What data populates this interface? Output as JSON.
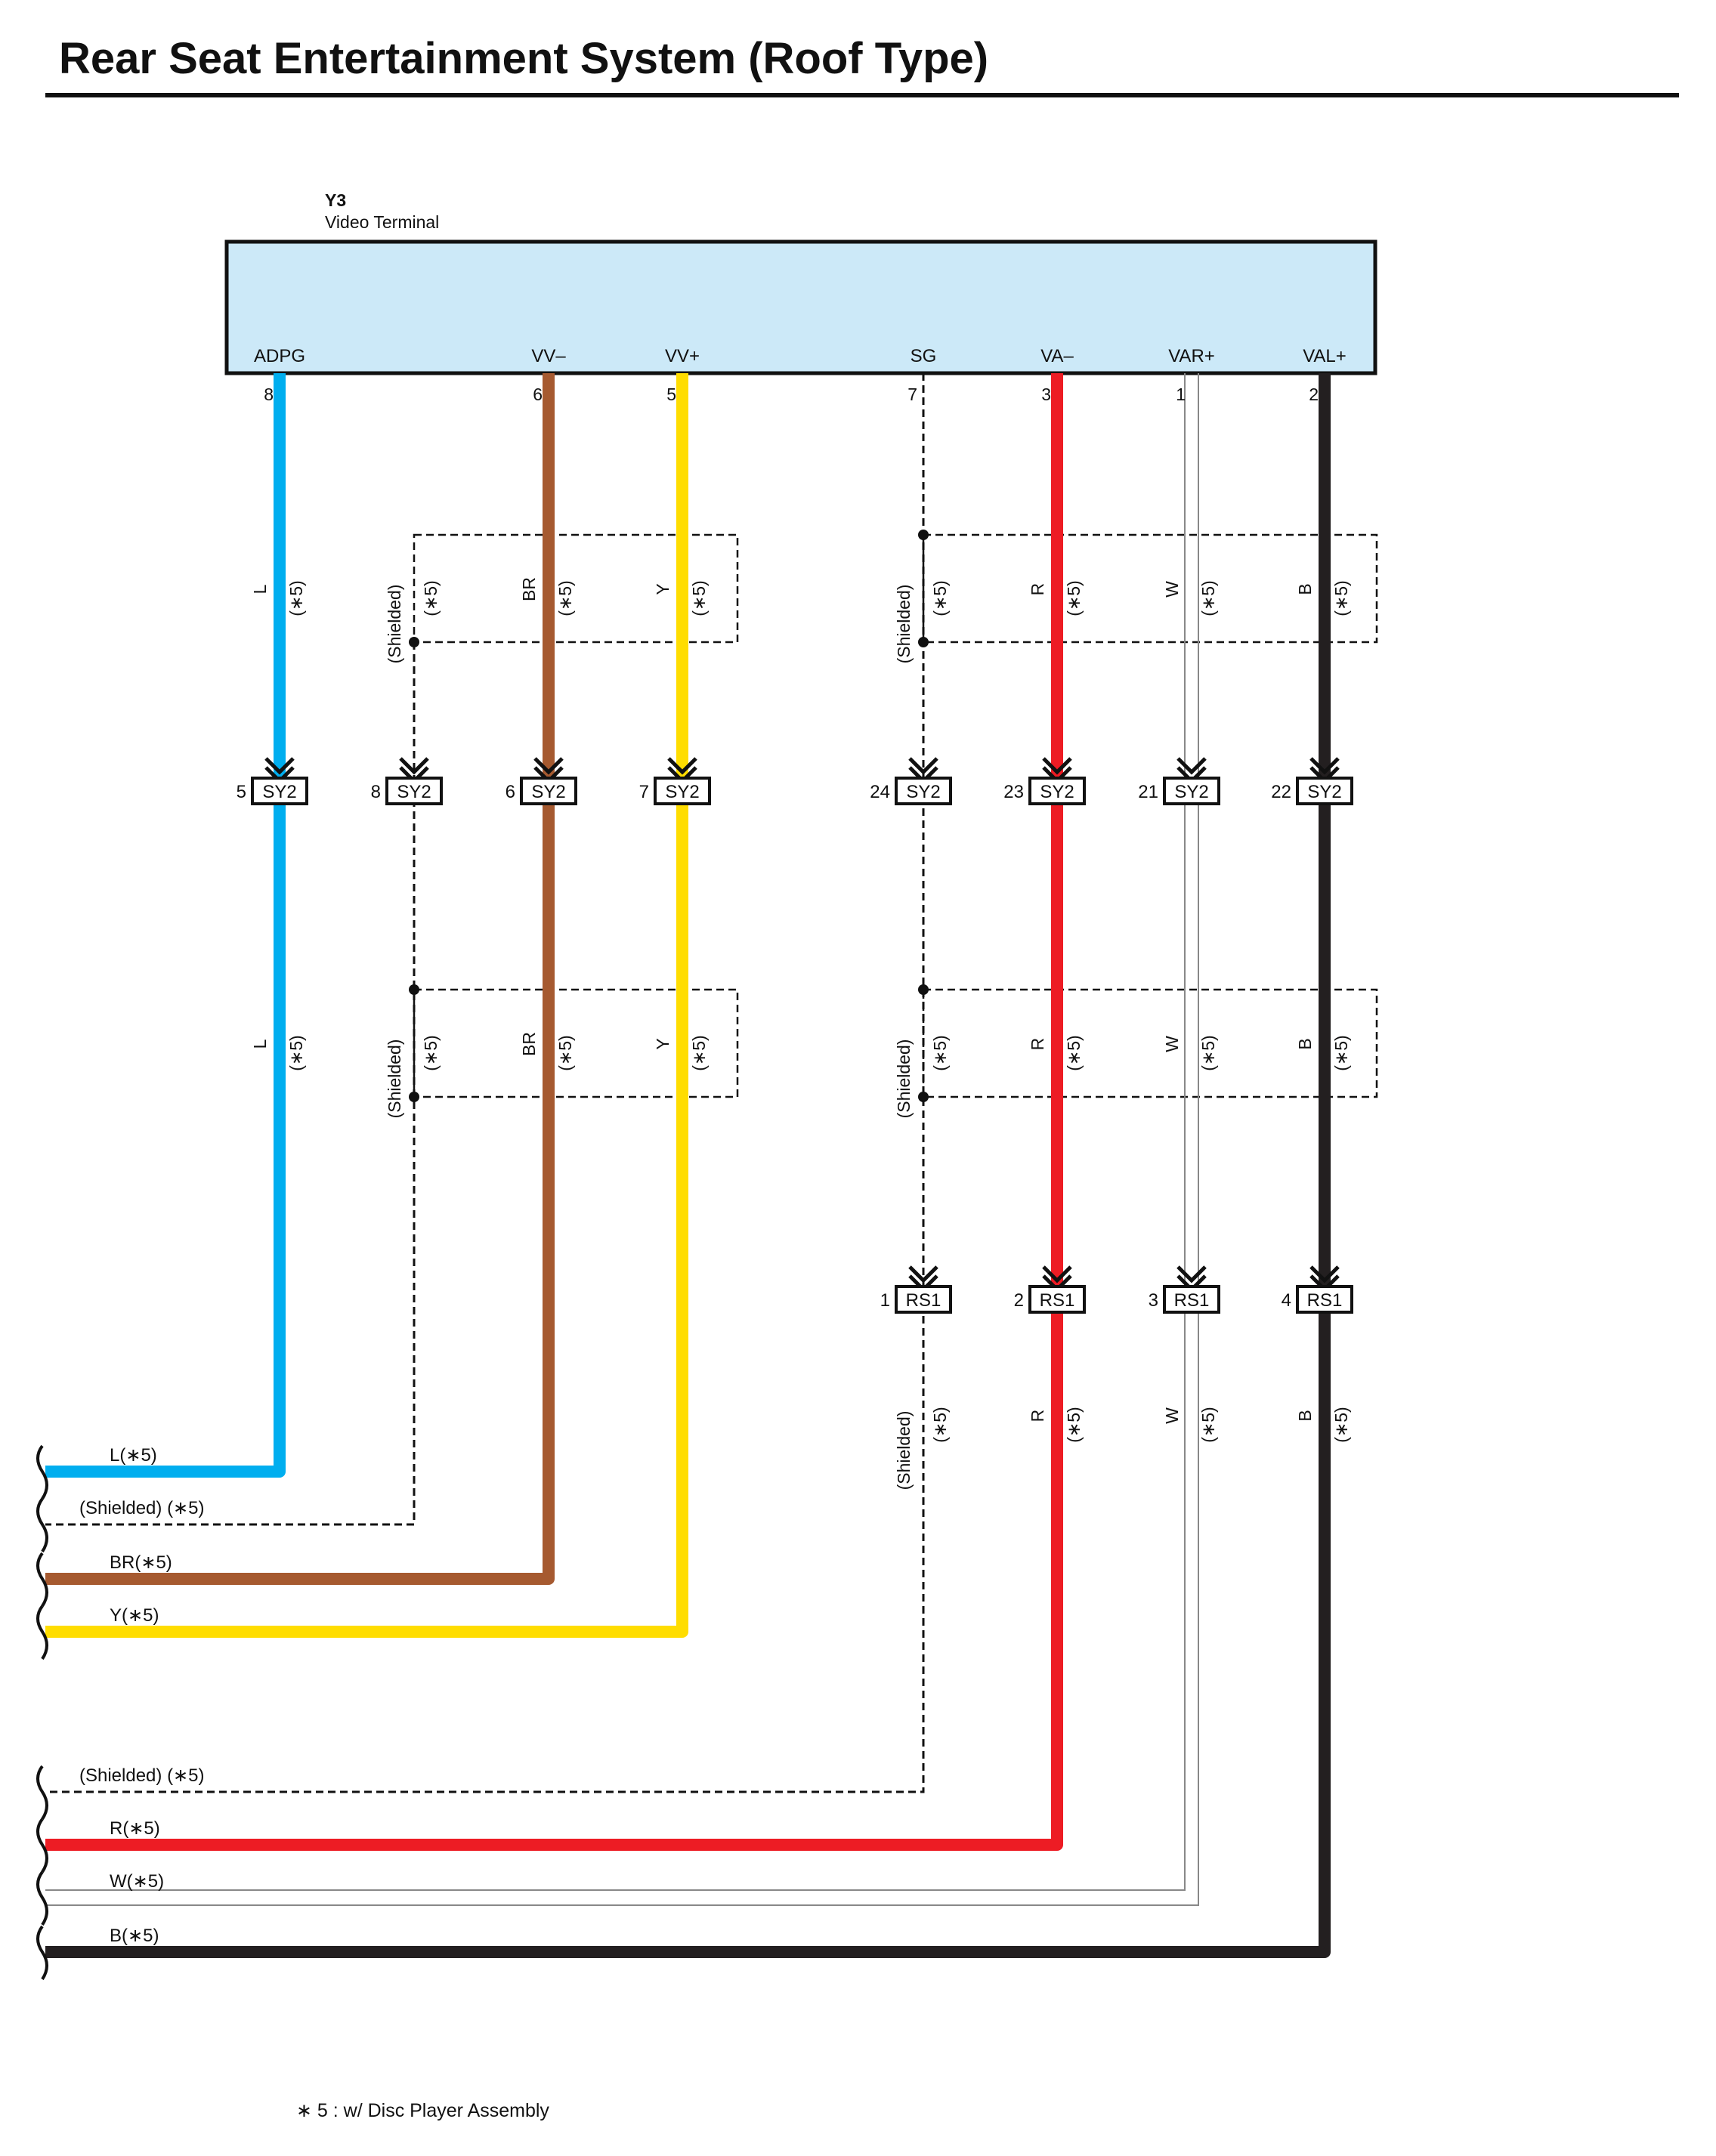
{
  "page": {
    "title": "Rear Seat Entertainment System (Roof Type)"
  },
  "unit": {
    "code": "Y3",
    "name": "Video Terminal",
    "fill_color": "#CCE9F8",
    "pins": [
      {
        "id": "adpg",
        "label": "ADPG",
        "pin": "8"
      },
      {
        "id": "vvm",
        "label": "VV–",
        "pin": "6"
      },
      {
        "id": "vvp",
        "label": "VV+",
        "pin": "5"
      },
      {
        "id": "sg",
        "label": "SG",
        "pin": "7"
      },
      {
        "id": "vam",
        "label": "VA–",
        "pin": "3"
      },
      {
        "id": "varp",
        "label": "VAR+",
        "pin": "1"
      },
      {
        "id": "valp",
        "label": "VAL+",
        "pin": "2"
      }
    ]
  },
  "wires": [
    {
      "id": "adpg",
      "color_code": "L",
      "note": "(∗5)",
      "color": "#00AEEF",
      "sy2_pin": "5",
      "rs1_pin": null,
      "end_label": "L(∗5)"
    },
    {
      "id": "vvshield",
      "color_code": "(Shielded)",
      "note": "(∗5)",
      "color": "#111111",
      "sy2_pin": "8",
      "rs1_pin": null,
      "end_label": "(Shielded) (∗5)"
    },
    {
      "id": "vvm",
      "color_code": "BR",
      "note": "(∗5)",
      "color": "#A65A30",
      "sy2_pin": "6",
      "rs1_pin": null,
      "end_label": "BR(∗5)"
    },
    {
      "id": "vvp",
      "color_code": "Y",
      "note": "(∗5)",
      "color": "#FFDD00",
      "sy2_pin": "7",
      "rs1_pin": null,
      "end_label": "Y(∗5)"
    },
    {
      "id": "sg",
      "color_code": "(Shielded)",
      "note": "(∗5)",
      "color": "#111111",
      "sy2_pin": "24",
      "rs1_pin": "1",
      "end_label": "(Shielded) (∗5)"
    },
    {
      "id": "vam",
      "color_code": "R",
      "note": "(∗5)",
      "color": "#ED1C24",
      "sy2_pin": "23",
      "rs1_pin": "2",
      "end_label": "R(∗5)"
    },
    {
      "id": "varp",
      "color_code": "W",
      "note": "(∗5)",
      "color": "#FFFFFF",
      "sy2_pin": "21",
      "rs1_pin": "3",
      "end_label": "W(∗5)"
    },
    {
      "id": "valp",
      "color_code": "B",
      "note": "(∗5)",
      "color": "#231F20",
      "sy2_pin": "22",
      "rs1_pin": "4",
      "end_label": "B(∗5)"
    }
  ],
  "connectors": {
    "sy2": "SY2",
    "rs1": "RS1"
  },
  "footnote": "∗ 5 : w/ Disc Player Assembly"
}
